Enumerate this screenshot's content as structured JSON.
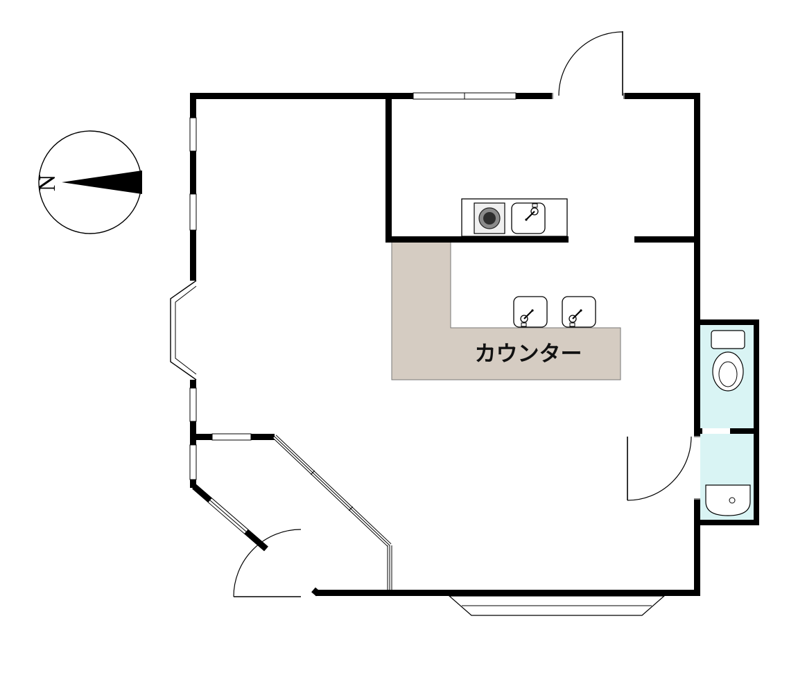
{
  "labels": {
    "counter": "カウンター",
    "compass_north": "N"
  },
  "colors": {
    "wall": "#000000",
    "line": "#000000",
    "background": "#ffffff",
    "counter_fill": "#d5ccc2",
    "counter_border": "#777777",
    "wet_area_fill": "#d9f4f4"
  },
  "icons": {
    "compass_arrow": "north-arrow",
    "stove": "stove-burner",
    "kitchen_sink": "sink-with-faucet",
    "counter_sink_left": "sink-with-faucet",
    "counter_sink_right": "sink-with-faucet",
    "toilet": "toilet",
    "wash_basin": "hand-wash-basin",
    "doors": "door-swing-arc",
    "windows": "double-line-window",
    "entrance_step": "entrance-step"
  }
}
